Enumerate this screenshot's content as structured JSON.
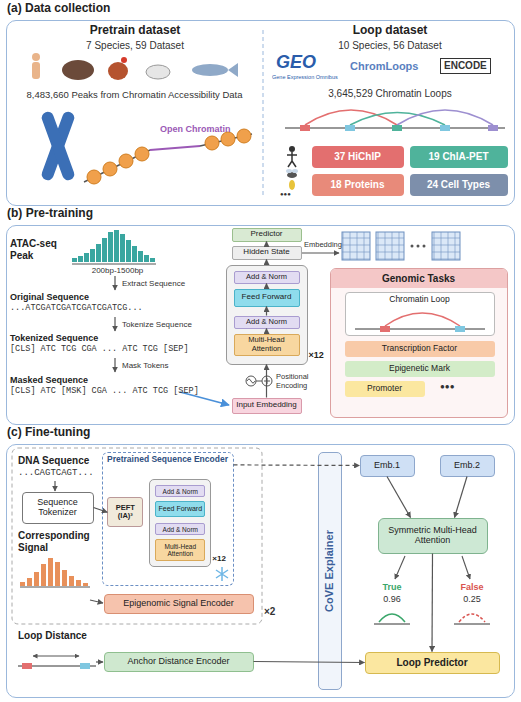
{
  "diagram": {
    "nodes": [
      {
        "text": [
          "(a) Data collection"
        ]
      },
      {
        "text": [
          "37 HiChIP"
        ],
        "in": 0
      },
      {
        "text": [
          "19 ChIA-PET"
        ],
        "in": 0
      },
      {
        "text": [
          "18 Proteins"
        ],
        "in": 0
      },
      {
        "text": [
          "24 Cell Types"
        ],
        "in": 0
      },
      {
        "text": [
          "(b) Pre-training"
        ]
      },
      {
        "text": [
          "Predictor"
        ],
        "in": 5
      },
      {
        "text": [
          "Hidden State"
        ],
        "in": 5
      },
      {
        "text": [
          "×12"
        ],
        "in": 5
      },
      {
        "text": [
          "Add & Norm"
        ],
        "in": 8
      },
      {
        "text": [
          "Feed Forward"
        ],
        "in": 8
      },
      {
        "text": [
          "Add & Norm"
        ],
        "in": 8
      },
      {
        "text": [
          "Multi-Head Attention"
        ],
        "in": 8
      },
      {
        "text": [
          "Input Embedding"
        ],
        "in": 5
      },
      {
        "text": [
          "Genomic Tasks"
        ],
        "in": 5
      },
      {
        "text": [
          "Chromatin Loop"
        ],
        "in": 14
      },
      {
        "text": [
          "Transcription Factor"
        ],
        "in": 14
      },
      {
        "text": [
          "Epigenetic Mark"
        ],
        "in": 14
      },
      {
        "text": [
          "Promoter"
        ],
        "in": 14
      },
      {
        "text": [
          "(c) Fine-tuning"
        ]
      },
      {
        "text": [
          "Sequence Tokenizer"
        ],
        "in": 19
      },
      {
        "text": [
          "Pretrained Sequence Encoder"
        ],
        "in": 19
      },
      {
        "text": [
          "PEFT (IA)³"
        ],
        "in": 21
      },
      {
        "text": [
          "×12"
        ],
        "in": 21
      },
      {
        "text": [
          "Add & Norm"
        ],
        "in": 23
      },
      {
        "text": [
          "Feed Forward"
        ],
        "in": 23
      },
      {
        "text": [
          "Add & Norm"
        ],
        "in": 23
      },
      {
        "text": [
          "Multi-Head Attention"
        ],
        "in": 23
      },
      {
        "text": [
          "Epigenomic Signal Encoder"
        ],
        "in": 19
      },
      {
        "text": [
          "Anchor Distance Encoder"
        ],
        "in": 19
      },
      {
        "text": [
          "CoVE Explainer"
        ],
        "in": 19
      },
      {
        "text": [
          "Emb.1"
        ],
        "in": 19
      },
      {
        "text": [
          "Emb.2"
        ],
        "in": 19
      },
      {
        "text": [
          "Symmetric Multi-Head Attention"
        ],
        "in": 19
      },
      {
        "text": [
          "Loop Predictor"
        ],
        "in": 19
      }
    ],
    "edges": [
      {
        "from": 13,
        "to": 8,
        "arrow": "to"
      },
      {
        "from": 8,
        "to": 7,
        "arrow": "to"
      },
      {
        "from": 7,
        "to": 6,
        "arrow": "to"
      },
      {
        "from": 12,
        "to": 11,
        "arrow": "to"
      },
      {
        "from": 11,
        "to": 10,
        "arrow": "to"
      },
      {
        "from": 10,
        "to": 9,
        "arrow": "to"
      },
      {
        "from": 20,
        "to": 22,
        "arrow": "to"
      },
      {
        "from": 21,
        "to": 31,
        "arrow": "to"
      },
      {
        "from": 31,
        "to": 33,
        "arrow": "to"
      },
      {
        "from": 32,
        "to": 33,
        "arrow": "to"
      },
      {
        "from": 33,
        "to": 34,
        "arrow": "to"
      },
      {
        "from": 29,
        "to": 34,
        "arrow": "to"
      }
    ],
    "labels": [
      "Pretrain dataset",
      "7 Species, 59 Dataset",
      "8,483,660 Peaks from Chromatin Accessibility Data",
      "Open Chromatin",
      "Loop dataset",
      "10 Species, 56 Dataset",
      "GEO",
      "Gene Expression Omnibus",
      "ChromLoops",
      "ENCODE",
      "3,645,529 Chromatin Loops",
      "●●●",
      "ATAC-seq Peak",
      "200bp-1500bp",
      "Extract Sequence",
      "Original Sequence",
      "...ATCGATCGATCGATCGATCG...",
      "Tokenize Sequence",
      "Tokenized Sequence",
      "[CLS] ATC TCG CGA ... ATC TCG [SEP]",
      "Mask Tokens",
      "Masked Sequence",
      "[CLS] ATC [MSK] CGA ... ATC TCG [SEP]",
      "Positional Encoding",
      "Embedding",
      "●●●",
      "DNA Sequence",
      "...CAGTCAGT...",
      "Corresponding Signal",
      "×2",
      "Loop Distance",
      "True",
      "0.96",
      "False",
      "0.25"
    ]
  }
}
